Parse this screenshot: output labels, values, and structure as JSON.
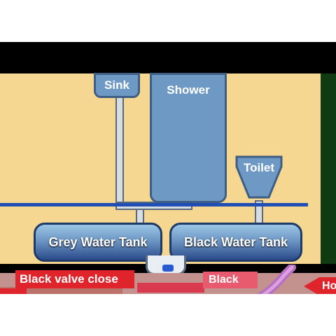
{
  "diagram": {
    "fixtures": {
      "sink": "Sink",
      "shower": "Shower",
      "toilet": "Toilet"
    },
    "tanks": {
      "grey": "Grey Water Tank",
      "black": "Black Water Tank"
    },
    "labels": {
      "valve": "Black valve close",
      "close": "ose",
      "black": "Black",
      "hose": "Ho"
    }
  }
}
